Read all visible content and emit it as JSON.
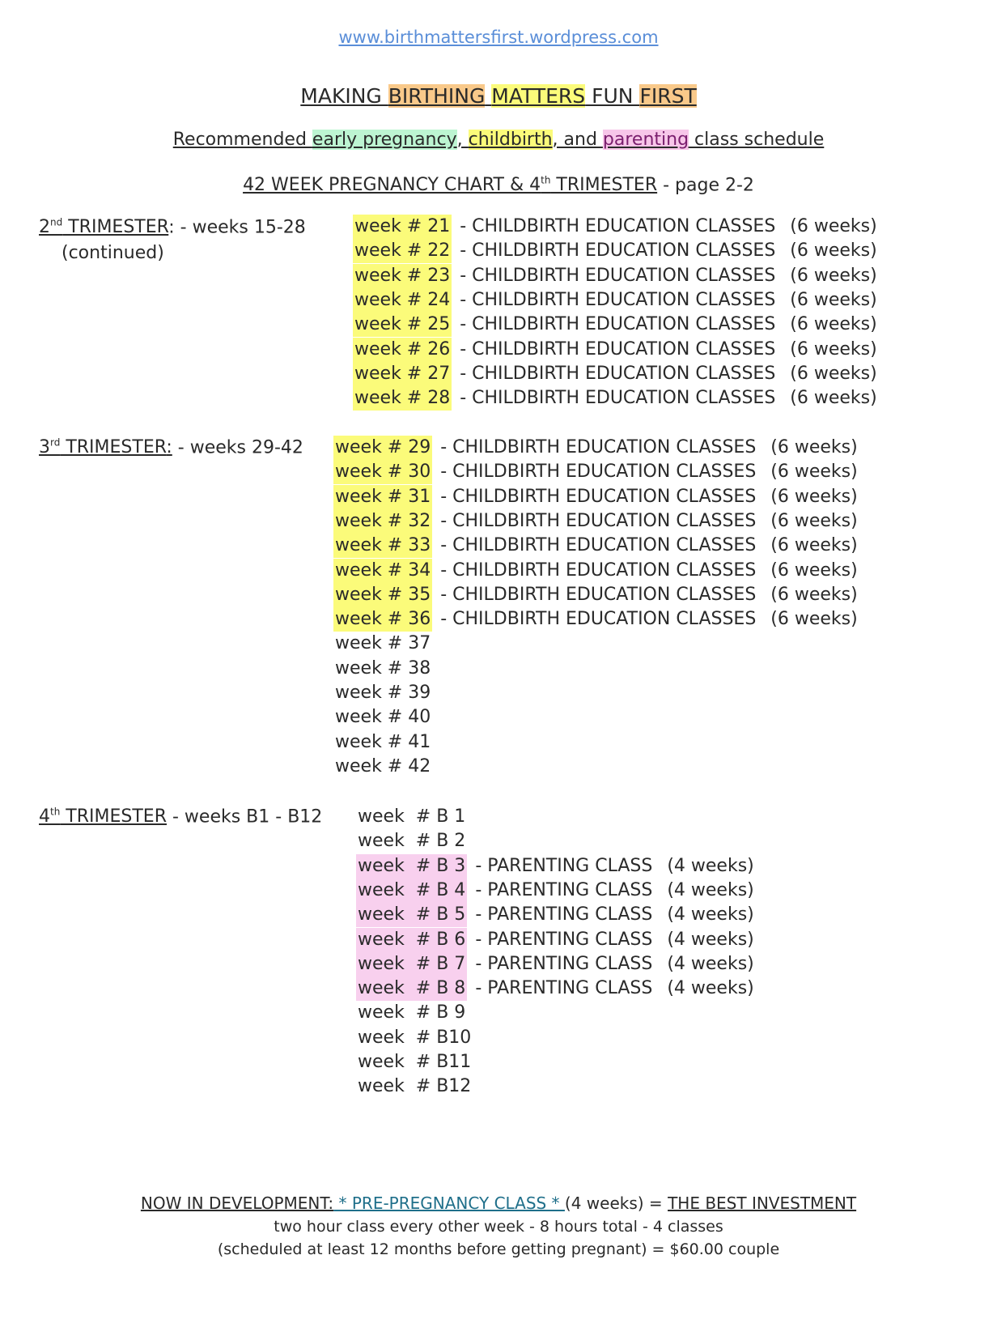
{
  "header": {
    "url": "www.birthmattersfirst.wordpress.com",
    "title_parts": [
      "MAKING ",
      "BIRTHING",
      " ",
      "MATTERS",
      " FUN ",
      "FIRST"
    ],
    "subtitle_parts": [
      "Recommended ",
      "early pregnancy",
      ", ",
      "childbirth",
      ", and ",
      "parenting",
      " class schedule"
    ],
    "chart_title_main": "42 WEEK PREGNANCY CHART & 4",
    "chart_title_sup": "th",
    "chart_title_rest": " TRIMESTER",
    "chart_title_page": " - page 2-2"
  },
  "sections": {
    "second": {
      "num": "2",
      "sup": "nd",
      "label": " TRIMESTER",
      "colon": ":",
      "range": " - weeks 15-28",
      "note": "(continued)",
      "rows": [
        {
          "week": "week # 21",
          "class": "- CHILDBIRTH EDUCATION CLASSES",
          "dur": "(6 weeks)"
        },
        {
          "week": "week # 22",
          "class": "- CHILDBIRTH EDUCATION CLASSES",
          "dur": "(6 weeks)"
        },
        {
          "week": "week # 23",
          "class": "- CHILDBIRTH EDUCATION CLASSES",
          "dur": "(6 weeks)"
        },
        {
          "week": "week # 24",
          "class": "- CHILDBIRTH EDUCATION CLASSES",
          "dur": "(6 weeks)"
        },
        {
          "week": "week # 25",
          "class": "- CHILDBIRTH EDUCATION CLASSES",
          "dur": "(6 weeks)"
        },
        {
          "week": "week # 26",
          "class": "- CHILDBIRTH EDUCATION CLASSES",
          "dur": "(6 weeks)"
        },
        {
          "week": "week # 27",
          "class": "- CHILDBIRTH EDUCATION CLASSES",
          "dur": "(6 weeks)"
        },
        {
          "week": "week # 28",
          "class": "- CHILDBIRTH EDUCATION CLASSES",
          "dur": "(6 weeks)"
        }
      ]
    },
    "third": {
      "num": "3",
      "sup": "rd",
      "label": " TRIMESTER",
      "colon": ":",
      "range": " - weeks 29-42",
      "rows": [
        {
          "week": "week # 29",
          "class": "- CHILDBIRTH EDUCATION CLASSES",
          "dur": "(6 weeks)"
        },
        {
          "week": "week # 30",
          "class": "- CHILDBIRTH EDUCATION CLASSES",
          "dur": "(6 weeks)"
        },
        {
          "week": "week # 31",
          "class": "- CHILDBIRTH EDUCATION CLASSES",
          "dur": "(6 weeks)"
        },
        {
          "week": "week # 32",
          "class": "- CHILDBIRTH EDUCATION CLASSES",
          "dur": "(6 weeks)"
        },
        {
          "week": "week # 33",
          "class": "- CHILDBIRTH EDUCATION CLASSES",
          "dur": "(6 weeks)"
        },
        {
          "week": "week # 34",
          "class": "- CHILDBIRTH EDUCATION CLASSES",
          "dur": "(6 weeks)"
        },
        {
          "week": "week # 35",
          "class": "- CHILDBIRTH EDUCATION CLASSES",
          "dur": "(6 weeks)"
        },
        {
          "week": "week # 36",
          "class": "- CHILDBIRTH EDUCATION CLASSES",
          "dur": "(6 weeks)"
        },
        {
          "week": "week # 37",
          "class": "",
          "dur": ""
        },
        {
          "week": "week # 38",
          "class": "",
          "dur": ""
        },
        {
          "week": "week # 39",
          "class": "",
          "dur": ""
        },
        {
          "week": "week # 40",
          "class": "",
          "dur": ""
        },
        {
          "week": "week # 41",
          "class": "",
          "dur": ""
        },
        {
          "week": "week # 42",
          "class": "",
          "dur": ""
        }
      ]
    },
    "fourth": {
      "num": "4",
      "sup": "th",
      "label": " TRIMESTER",
      "range": " - weeks B1 - B12",
      "rows": [
        {
          "week": "week  # B 1",
          "class": "",
          "dur": ""
        },
        {
          "week": "week  # B 2",
          "class": "",
          "dur": ""
        },
        {
          "week": "week  # B 3",
          "class": "- PARENTING CLASS",
          "dur": "(4 weeks)"
        },
        {
          "week": "week  # B 4",
          "class": "- PARENTING CLASS",
          "dur": "(4 weeks)"
        },
        {
          "week": "week  # B 5",
          "class": "- PARENTING CLASS",
          "dur": "(4 weeks)"
        },
        {
          "week": "week  # B 6",
          "class": "- PARENTING CLASS",
          "dur": "(4 weeks)"
        },
        {
          "week": "week  # B 7",
          "class": "- PARENTING CLASS",
          "dur": "(4 weeks)"
        },
        {
          "week": "week  # B 8",
          "class": "- PARENTING CLASS",
          "dur": "(4 weeks)"
        },
        {
          "week": "week  # B 9",
          "class": "",
          "dur": ""
        },
        {
          "week": "week  # B10",
          "class": "",
          "dur": ""
        },
        {
          "week": "week  # B11",
          "class": "",
          "dur": ""
        },
        {
          "week": "week  # B12",
          "class": "",
          "dur": ""
        }
      ]
    }
  },
  "footer": {
    "dev_label": "NOW IN DEVELOPMENT:",
    "dev_class": " * PRE-PREGNANCY CLASS * ",
    "dev_dur": "(4 weeks) = ",
    "dev_tag": "THE BEST INVESTMENT",
    "line2": "two hour class every other week - 8 hours total - 4 classes",
    "line3": "(scheduled at least 12 months before getting pregnant) = $60.00 couple"
  },
  "colors": {
    "highlight_yellow": "#fbfb7a",
    "highlight_orange": "#f9c98a",
    "highlight_green": "#bdf5d2",
    "highlight_pink": "#f8d0ee",
    "url_blue": "#5a8ed8",
    "purple_text": "#7a1e6e"
  }
}
